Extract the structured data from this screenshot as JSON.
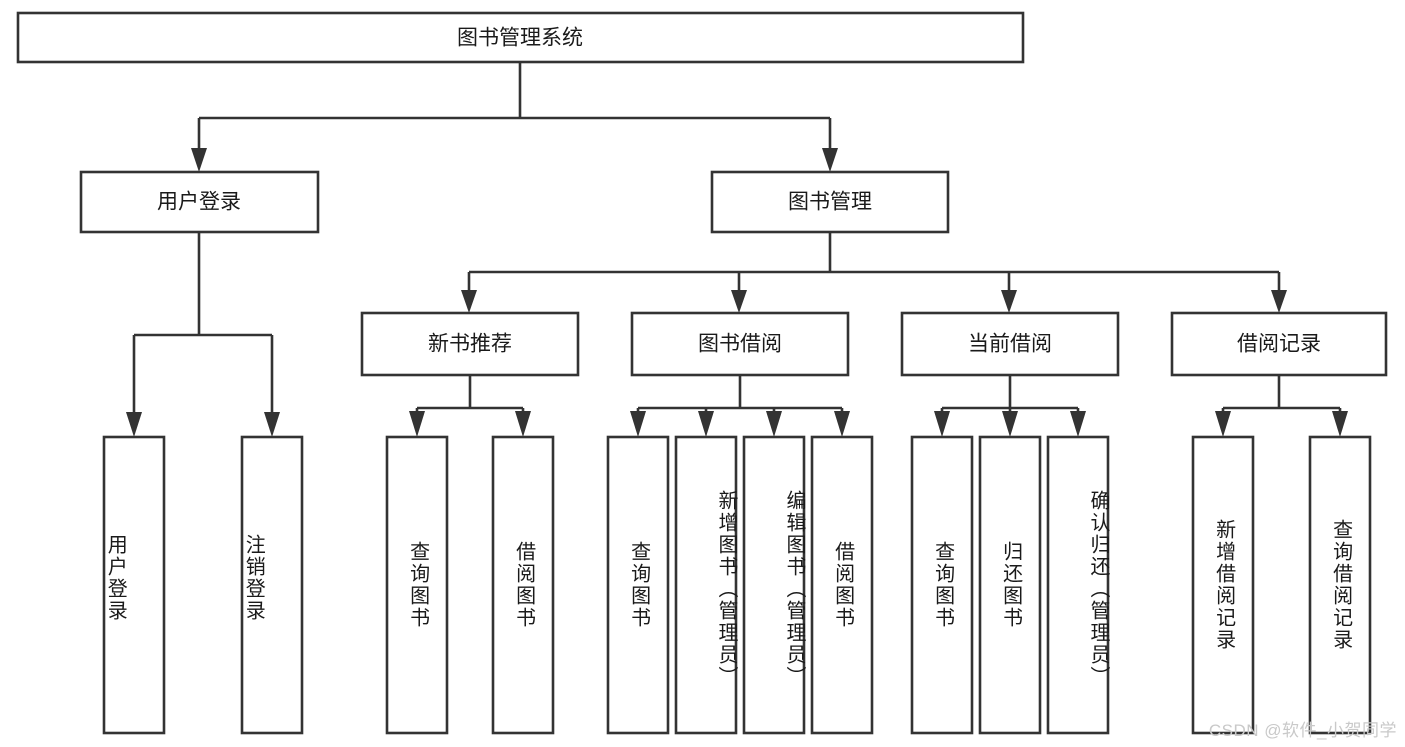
{
  "diagram": {
    "type": "tree",
    "title": "图书管理系统",
    "watermark": "CSDN @软件_小贺同学",
    "colors": {
      "stroke": "#333333",
      "fill": "#ffffff",
      "text": "#1a1a1a",
      "watermark": "#c9c9c9",
      "background": "#ffffff"
    },
    "root": {
      "label": "图书管理系统"
    },
    "level1": [
      {
        "label": "用户登录"
      },
      {
        "label": "图书管理"
      }
    ],
    "level2": [
      {
        "label": "新书推荐"
      },
      {
        "label": "图书借阅"
      },
      {
        "label": "当前借阅"
      },
      {
        "label": "借阅记录"
      }
    ],
    "leaves_user_login": [
      {
        "label": "用户登录"
      },
      {
        "label": "注销登录"
      }
    ],
    "leaves_new_books": [
      {
        "label": "查询图书"
      },
      {
        "label": "借阅图书"
      }
    ],
    "leaves_borrow": [
      {
        "label": "查询图书"
      },
      {
        "label": "新增图书（管理员）"
      },
      {
        "label": "编辑图书（管理员）"
      },
      {
        "label": "借阅图书"
      }
    ],
    "leaves_current": [
      {
        "label": "查询图书"
      },
      {
        "label": "归还图书"
      },
      {
        "label": "确认归还（管理员）"
      }
    ],
    "leaves_records": [
      {
        "label": "新增借阅记录"
      },
      {
        "label": "查询借阅记录"
      }
    ]
  }
}
